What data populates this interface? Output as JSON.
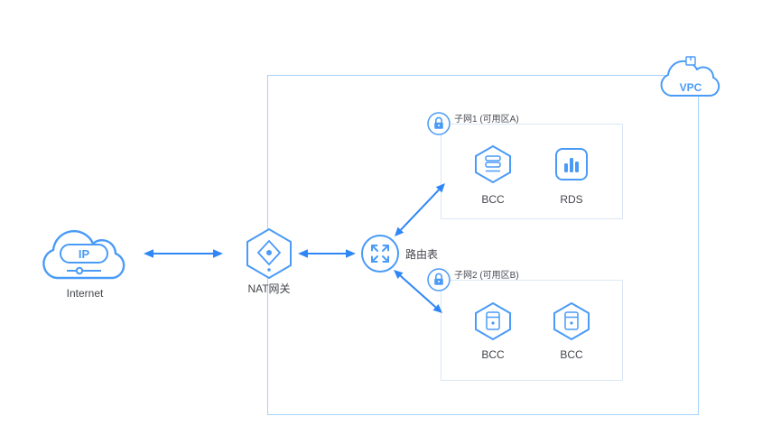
{
  "diagram": {
    "colors": {
      "accent": "#4a9bf7",
      "arrow": "#2f86f6",
      "vpc_border": "#a6d2fb",
      "subnet_border": "#dbe7f4",
      "text": "#43454c"
    },
    "vpc": {
      "label": "VPC"
    },
    "internet": {
      "label": "Internet",
      "badge": "IP"
    },
    "nat_gateway": {
      "label": "NAT网关"
    },
    "route_table": {
      "label": "路由表"
    },
    "subnets": [
      {
        "title": "子网1 (可用区A)",
        "nodes": [
          {
            "label": "BCC",
            "icon": "bcc-compute-icon"
          },
          {
            "label": "RDS",
            "icon": "rds-database-icon"
          }
        ]
      },
      {
        "title": "子网2 (可用区B)",
        "nodes": [
          {
            "label": "BCC",
            "icon": "bcc-server-icon"
          },
          {
            "label": "BCC",
            "icon": "bcc-server-icon"
          }
        ]
      }
    ]
  }
}
